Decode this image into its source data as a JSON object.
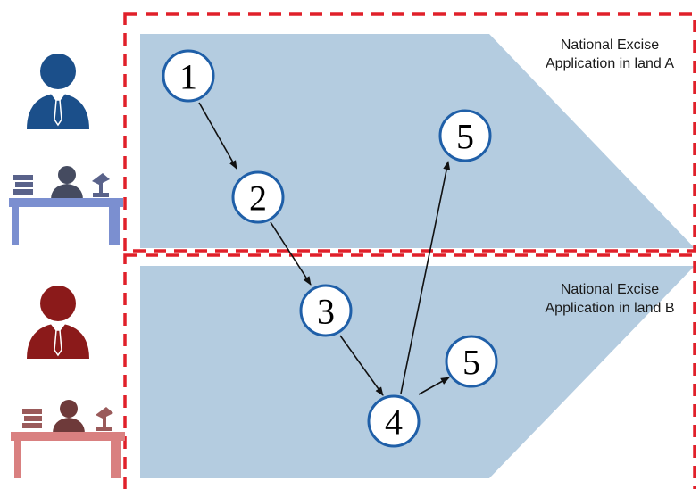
{
  "zones": [
    {
      "id": "a",
      "label_line1": "National Excise",
      "label_line2": "Application in land A"
    },
    {
      "id": "b",
      "label_line1": "National Excise",
      "label_line2": "Application in land B"
    }
  ],
  "nodes": [
    {
      "id": "n1",
      "label": "1"
    },
    {
      "id": "n2",
      "label": "2"
    },
    {
      "id": "n3",
      "label": "3"
    },
    {
      "id": "n4",
      "label": "4"
    },
    {
      "id": "n5a",
      "label": "5"
    },
    {
      "id": "n5b",
      "label": "5"
    }
  ],
  "edges": [
    {
      "from": "n1",
      "to": "n2"
    },
    {
      "from": "n2",
      "to": "n3"
    },
    {
      "from": "n3",
      "to": "n4"
    },
    {
      "from": "n4",
      "to": "n5a"
    },
    {
      "from": "n4",
      "to": "n5b"
    }
  ],
  "colors": {
    "zone_fill": "#b4cce0",
    "zone_border": "#e0202a",
    "node_stroke": "#1f5fa8",
    "land_a": "#1b4f8a",
    "land_a_desk": "#7b8fd0",
    "land_b": "#8b1a1a",
    "land_b_desk": "#d98080",
    "arrow": "#111111"
  },
  "icons": [
    "user-icon",
    "desk-officer-icon"
  ]
}
